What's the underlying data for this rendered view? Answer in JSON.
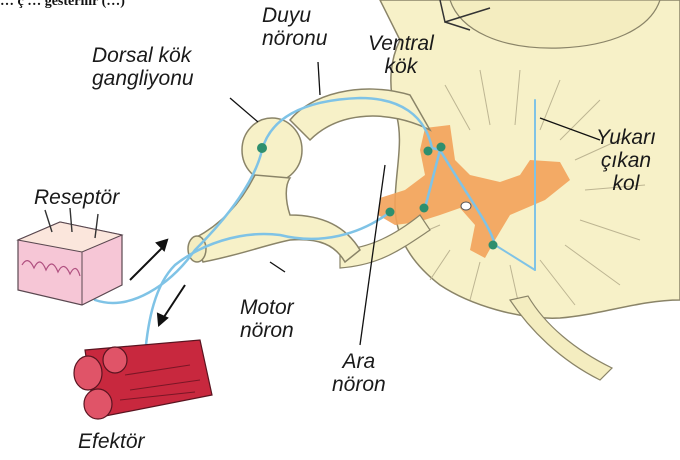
{
  "figure": {
    "top_caption": "… ç … gesterilir (…)",
    "labels": {
      "duyu_noronu": [
        "Duyu",
        "nöronu"
      ],
      "dorsal_kok_gangliyonu": [
        "Dorsal kök",
        "gangliyonu"
      ],
      "ventral_kok": [
        "Ventral",
        "kök"
      ],
      "yukari_cikan_kol": [
        "Yukarı",
        "çıkan",
        "kol"
      ],
      "reseptor": "Reseptör",
      "motor_noron": [
        "Motor",
        "nöron"
      ],
      "ara_noron": [
        "Ara",
        "nöron"
      ],
      "efektor": "Efektör"
    },
    "colors": {
      "cream": "#f7f1c8",
      "outline": "#8a8468",
      "gray_matter": "#f2a25a",
      "neuron_path": "#7fc3e6",
      "neuron_body": "#2e8f6e",
      "skin": "#f6c6d6",
      "muscle": "#c8283e",
      "arrow": "#111111"
    }
  }
}
